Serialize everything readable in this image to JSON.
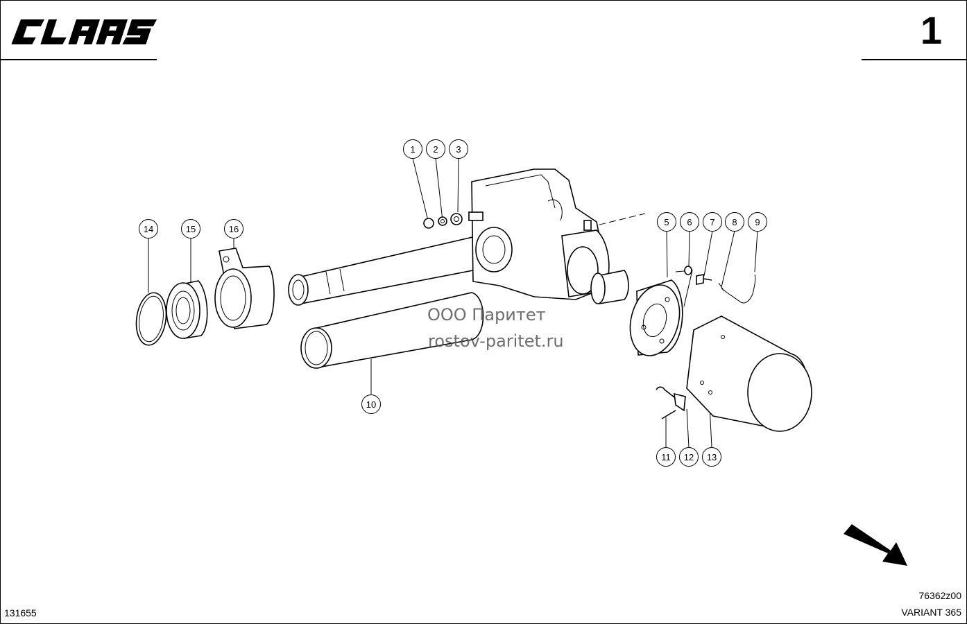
{
  "header": {
    "logo_text": "CLAAS",
    "page_number": "1"
  },
  "watermark": {
    "company": "ООО Паритет",
    "site": "rostov-paritet.ru"
  },
  "callouts": [
    "1",
    "2",
    "3",
    "5",
    "6",
    "7",
    "8",
    "9",
    "10",
    "11",
    "12",
    "13",
    "14",
    "15",
    "16"
  ],
  "footer": {
    "left_id": "131655",
    "drawing_ref": "76362z00",
    "model": "VARIANT 365"
  }
}
